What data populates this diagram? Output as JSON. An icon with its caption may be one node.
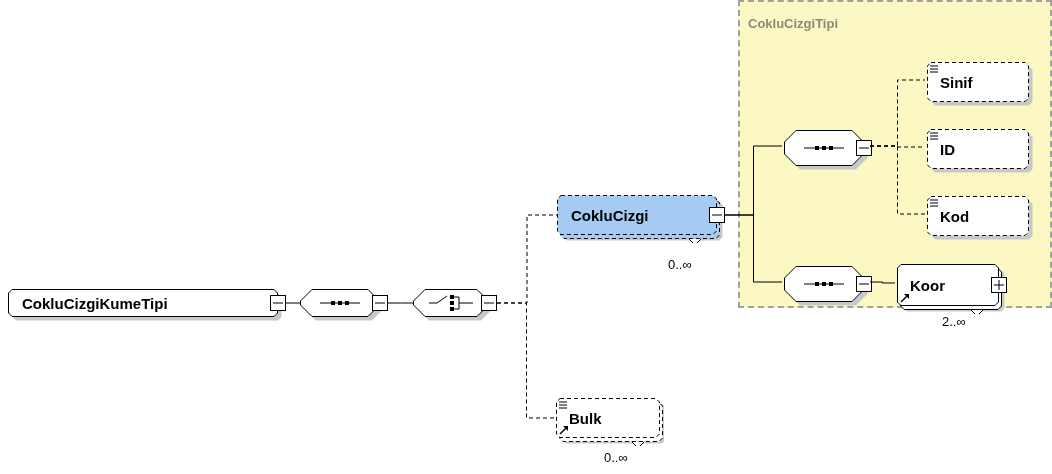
{
  "diagram": {
    "nodes": [
      {
        "text": [
          "CokluCizgiKumeTipi"
        ]
      },
      {
        "text": [],
        "shape": "octagon"
      },
      {
        "text": [],
        "shape": "octagon"
      },
      {
        "text": [
          "CokluCizgiTipi"
        ]
      },
      {
        "text": [
          "CokluCizgi"
        ],
        "beside": [
          "0..∞"
        ]
      },
      {
        "text": [],
        "shape": "octagon",
        "in": 3
      },
      {
        "text": [
          "Sinif"
        ],
        "in": 3
      },
      {
        "text": [
          "ID"
        ],
        "in": 3
      },
      {
        "text": [
          "Kod"
        ],
        "in": 3
      },
      {
        "text": [],
        "shape": "octagon",
        "in": 3
      },
      {
        "text": [
          "Koor"
        ],
        "beside": [
          "2..∞"
        ],
        "in": 3
      },
      {
        "text": [
          "Bulk"
        ],
        "beside": [
          "0..∞"
        ]
      }
    ],
    "edges": [
      {
        "from": 0,
        "to": 1,
        "arrow": "none"
      },
      {
        "from": 1,
        "to": 2,
        "arrow": "none"
      },
      {
        "from": 2,
        "to": 4,
        "arrow": "none",
        "style": "dashed"
      },
      {
        "from": 2,
        "to": 11,
        "arrow": "none",
        "style": "dashed"
      },
      {
        "from": 4,
        "to": 5,
        "arrow": "none"
      },
      {
        "from": 4,
        "to": 9,
        "arrow": "none"
      },
      {
        "from": 5,
        "to": 6,
        "arrow": "none",
        "style": "dashed"
      },
      {
        "from": 5,
        "to": 7,
        "arrow": "none",
        "style": "dashed"
      },
      {
        "from": 5,
        "to": 8,
        "arrow": "none",
        "style": "dashed"
      },
      {
        "from": 9,
        "to": 10,
        "arrow": "none"
      }
    ]
  }
}
